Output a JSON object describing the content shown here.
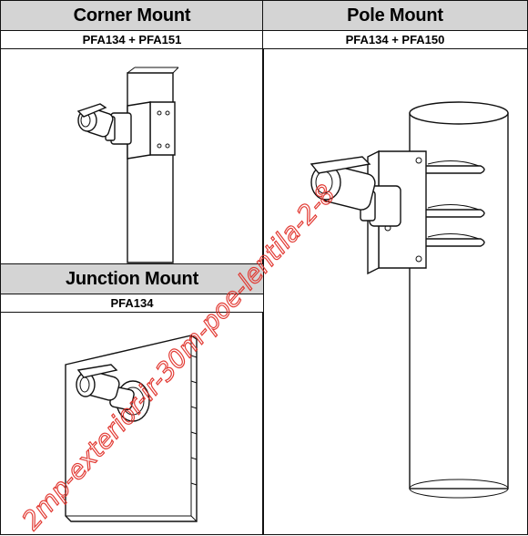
{
  "mounts": {
    "corner": {
      "title": "Corner Mount",
      "parts": "PFA134 + PFA151"
    },
    "pole": {
      "title": "Pole Mount",
      "parts": "PFA134 + PFA150"
    },
    "junction": {
      "title": "Junction Mount",
      "parts": "PFA134"
    }
  },
  "watermark": "2mp-exterior-ir-30m-poe-lentila-2-8"
}
